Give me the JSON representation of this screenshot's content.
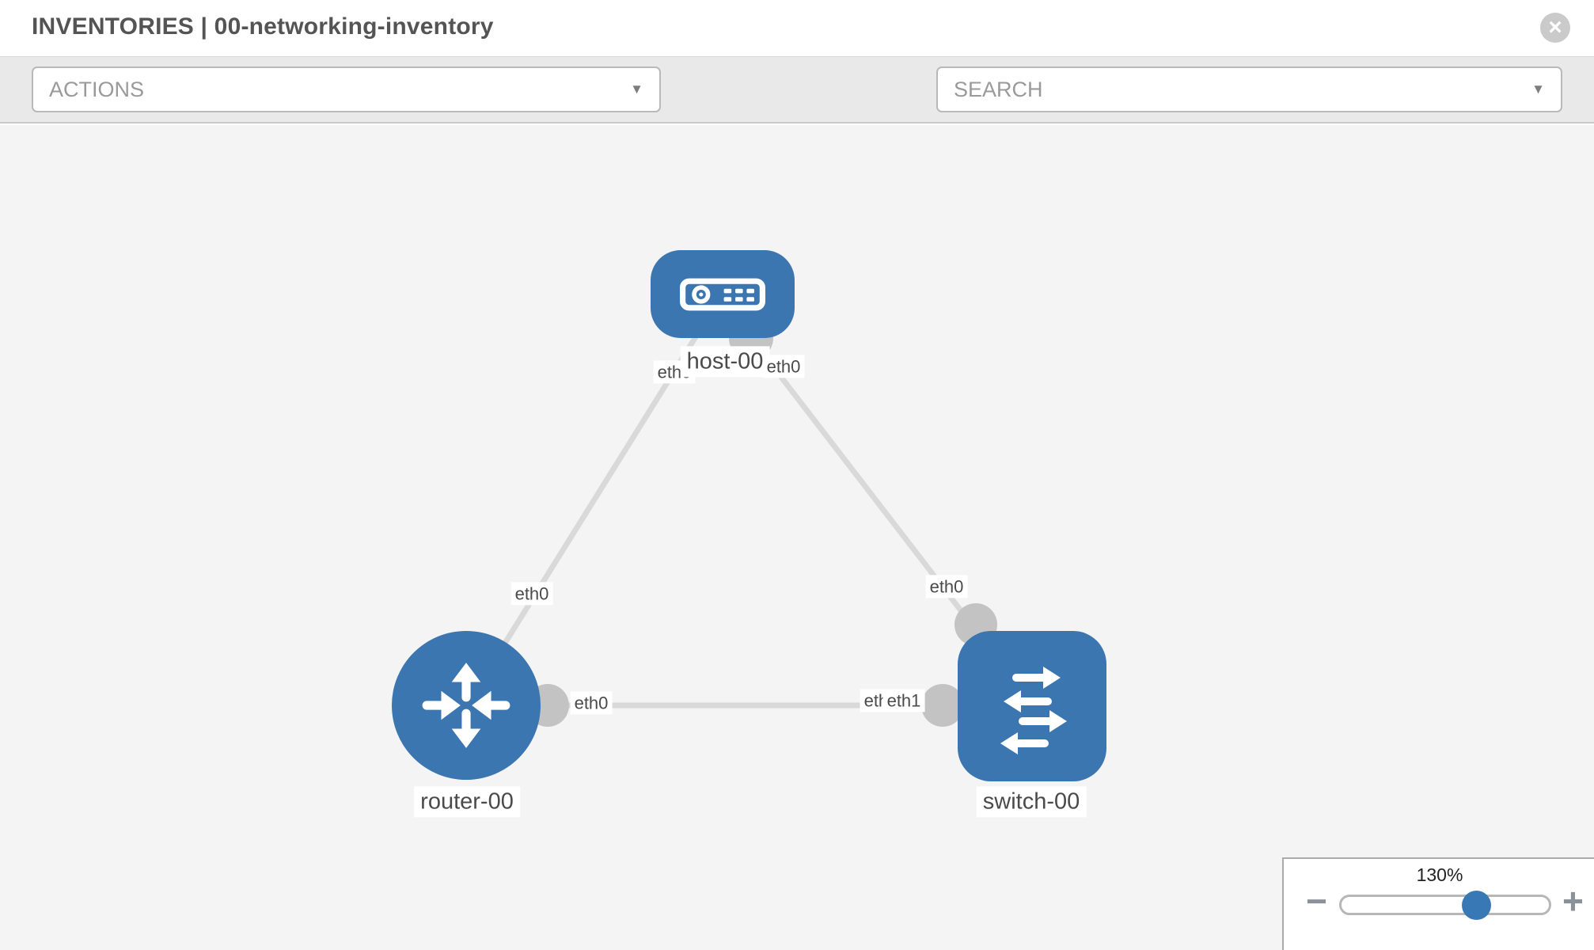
{
  "header": {
    "title": "INVENTORIES | 00-networking-inventory"
  },
  "toolbar": {
    "actions_label": "ACTIONS",
    "search_placeholder": "SEARCH"
  },
  "icons": {
    "close_glyph": "×",
    "caret_glyph": "▼",
    "zoom_out_glyph": "−",
    "zoom_in_glyph": "+"
  },
  "topology": {
    "nodes": [
      {
        "id": "host-00",
        "type": "host",
        "label": "host-00"
      },
      {
        "id": "router-00",
        "type": "router",
        "label": "router-00"
      },
      {
        "id": "switch-00",
        "type": "switch",
        "label": "switch-00"
      }
    ],
    "links": [
      {
        "source": "router-00",
        "target": "host-00",
        "source_port": "eth0",
        "target_port": "eth0"
      },
      {
        "source": "host-00",
        "target": "switch-00",
        "source_port": "eth0",
        "target_port": "eth0"
      },
      {
        "source": "router-00",
        "target": "switch-00",
        "source_port": "eth0",
        "target_ports": [
          "eth0",
          "eth1"
        ]
      }
    ],
    "port_labels": {
      "host_left": "eth0",
      "host_right": "eth0",
      "router_to_host": "eth0",
      "switch_to_host": "eth0",
      "router_to_switch": "eth0",
      "switch_to_router_a": "eth0",
      "switch_to_router_b": "eth1"
    },
    "colors": {
      "node_blue": "#3b76b0",
      "link_gray": "#d9d9d9",
      "port_gray": "#c3c3c3",
      "canvas_bg": "#f4f4f4"
    }
  },
  "zoom_control": {
    "level": "130%"
  }
}
